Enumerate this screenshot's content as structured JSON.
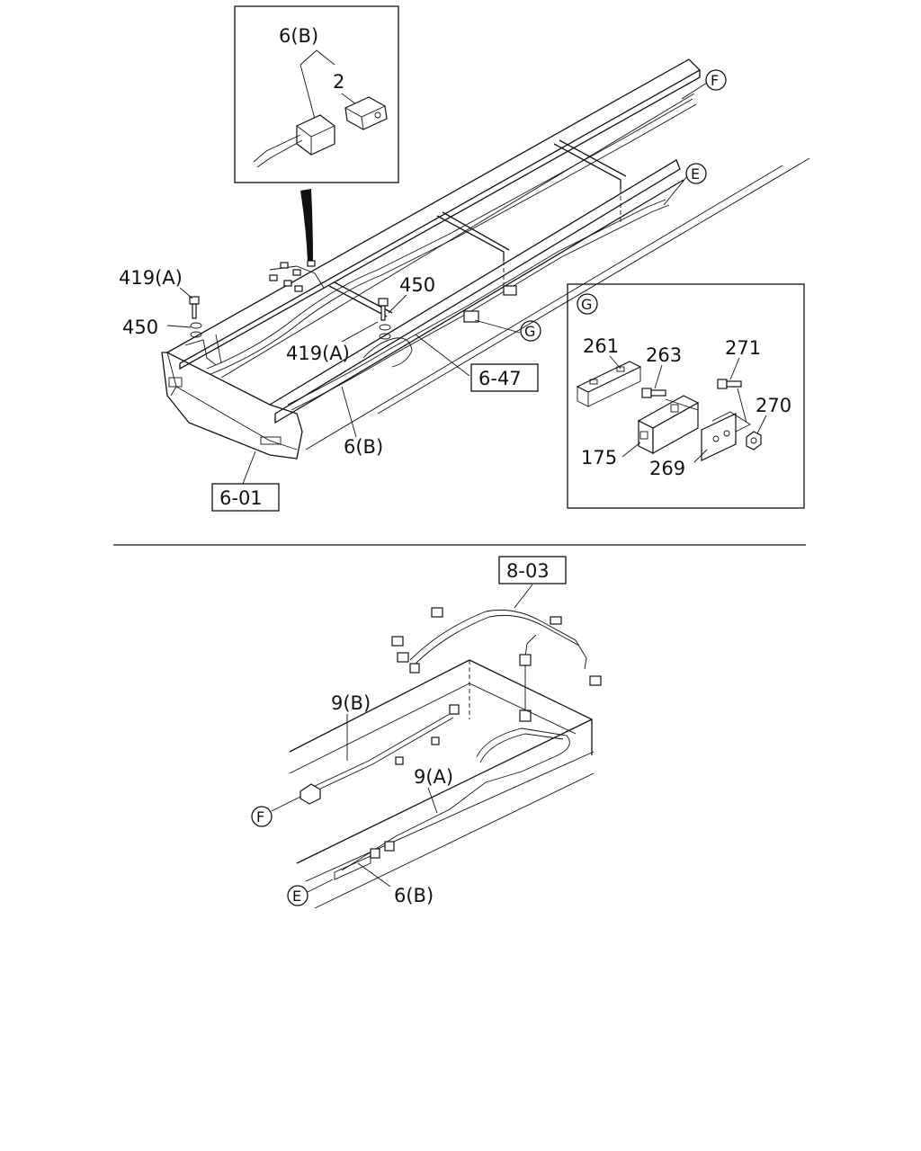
{
  "top_diagram": {
    "inset_connector": {
      "label_harness": "6(B)",
      "label_connector": "2"
    },
    "labels": {
      "bolt_left": "419(A)",
      "washer_left": "450",
      "bolt_mid": "419(A)",
      "washer_mid": "450",
      "harness_front": "6(B)"
    },
    "refs": {
      "bumper_ref": "6-01",
      "clip_ref": "6-47"
    },
    "markers": {
      "upper_rail": "F",
      "lower_rail": "E",
      "bracket": "G"
    }
  },
  "inset_g": {
    "marker": "G",
    "labels": {
      "cover": "261",
      "screw": "263",
      "bolt": "271",
      "nut": "270",
      "holder": "175",
      "bracket": "269"
    }
  },
  "bottom_diagram": {
    "refs": {
      "harness_ref": "8-03"
    },
    "labels": {
      "harness_9b": "9(B)",
      "harness_9a": "9(A)",
      "harness_6b": "6(B)"
    },
    "markers": {
      "f": "F",
      "e": "E"
    }
  }
}
